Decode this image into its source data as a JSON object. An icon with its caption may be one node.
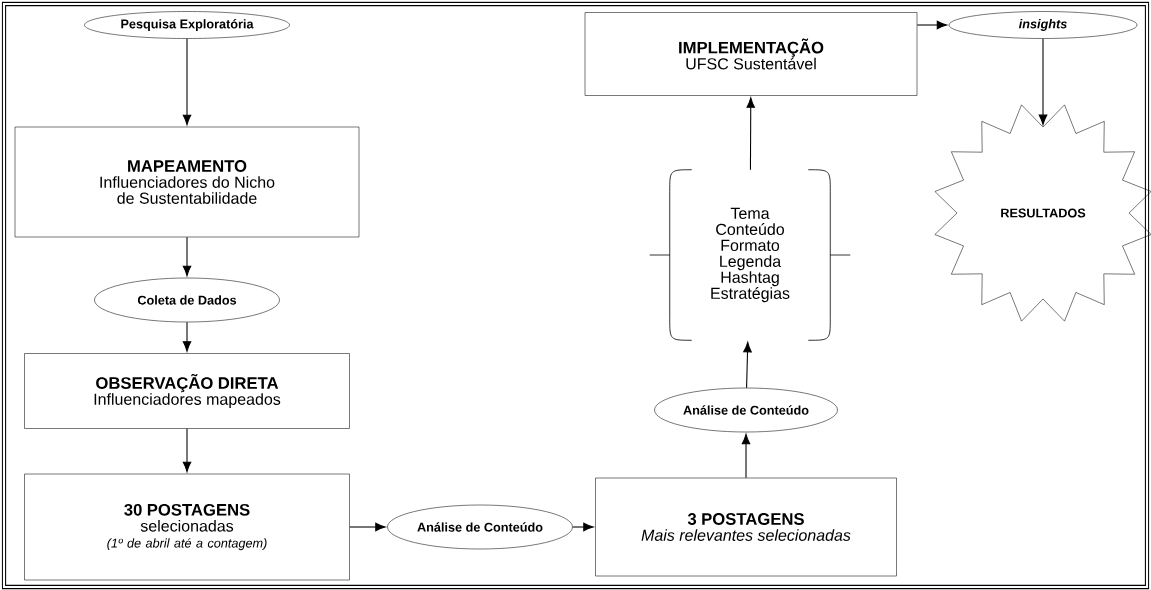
{
  "diagram": {
    "nodes": [
      {
        "text": [
          "Pesquisa Exploratória"
        ]
      },
      {
        "text": [
          "MAPEAMENTO",
          "Influenciadores do Nicho de Sustentabilidade"
        ]
      },
      {
        "text": [
          "Coleta de Dados"
        ]
      },
      {
        "text": [
          "OBSERVAÇÃO DIRETA",
          "Influenciadores mapeados"
        ]
      },
      {
        "text": [
          "30 POSTAGENS",
          "selecionadas",
          "(1º de abril até a contagem)"
        ]
      },
      {
        "text": [
          "Análise de Conteúdo"
        ]
      },
      {
        "text": [
          "3 POSTAGENS",
          "Mais relevantes selecionadas"
        ]
      },
      {
        "text": [
          "Análise de Conteúdo"
        ]
      },
      {
        "text": [
          "Tema",
          "Conteúdo",
          "Formato",
          "Legenda",
          "Hashtag",
          "Estratégias"
        ]
      },
      {
        "text": [
          "IMPLEMENTAÇÃO",
          "UFSC Sustentável"
        ]
      },
      {
        "text": [
          "insights"
        ]
      },
      {
        "text": [
          "RESULTADOS"
        ]
      }
    ],
    "edges": [
      {
        "from": 0,
        "to": 1,
        "arrow": "to"
      },
      {
        "from": 1,
        "to": 2,
        "arrow": "to"
      },
      {
        "from": 2,
        "to": 3,
        "arrow": "to"
      },
      {
        "from": 3,
        "to": 4,
        "arrow": "to"
      },
      {
        "from": 4,
        "to": 5,
        "arrow": "to"
      },
      {
        "from": 5,
        "to": 6,
        "arrow": "to"
      },
      {
        "from": 6,
        "to": 7,
        "arrow": "to"
      },
      {
        "from": 7,
        "to": 8,
        "arrow": "to"
      },
      {
        "from": 8,
        "to": 9,
        "arrow": "to"
      },
      {
        "from": 9,
        "to": 10,
        "arrow": "to"
      },
      {
        "from": 10,
        "to": 11,
        "arrow": "to"
      }
    ]
  }
}
